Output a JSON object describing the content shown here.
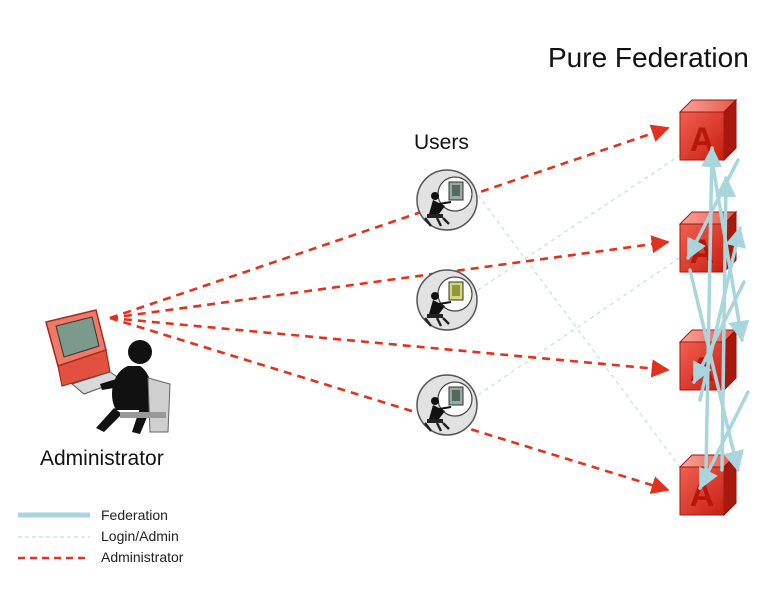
{
  "title": "Pure Federation",
  "users_label": "Users",
  "administrator_label": "Administrator",
  "server_letter": "A",
  "legend": [
    {
      "label": "Federation",
      "color": "#a9d6dc",
      "style": "solid"
    },
    {
      "label": "Login/Admin",
      "color": "#c9dede",
      "style": "dashed-light"
    },
    {
      "label": "Administrator",
      "color": "#e0321e",
      "style": "dashed"
    }
  ],
  "colors": {
    "administrator_link": "#e0321e",
    "federation_link": "#a9d6dc",
    "login_link": "#c9dede",
    "server": "#e23a2a"
  },
  "icons": {
    "administrator": "person-at-computer-icon",
    "user": "user-at-workstation-icon",
    "server": "server-cube-icon"
  }
}
